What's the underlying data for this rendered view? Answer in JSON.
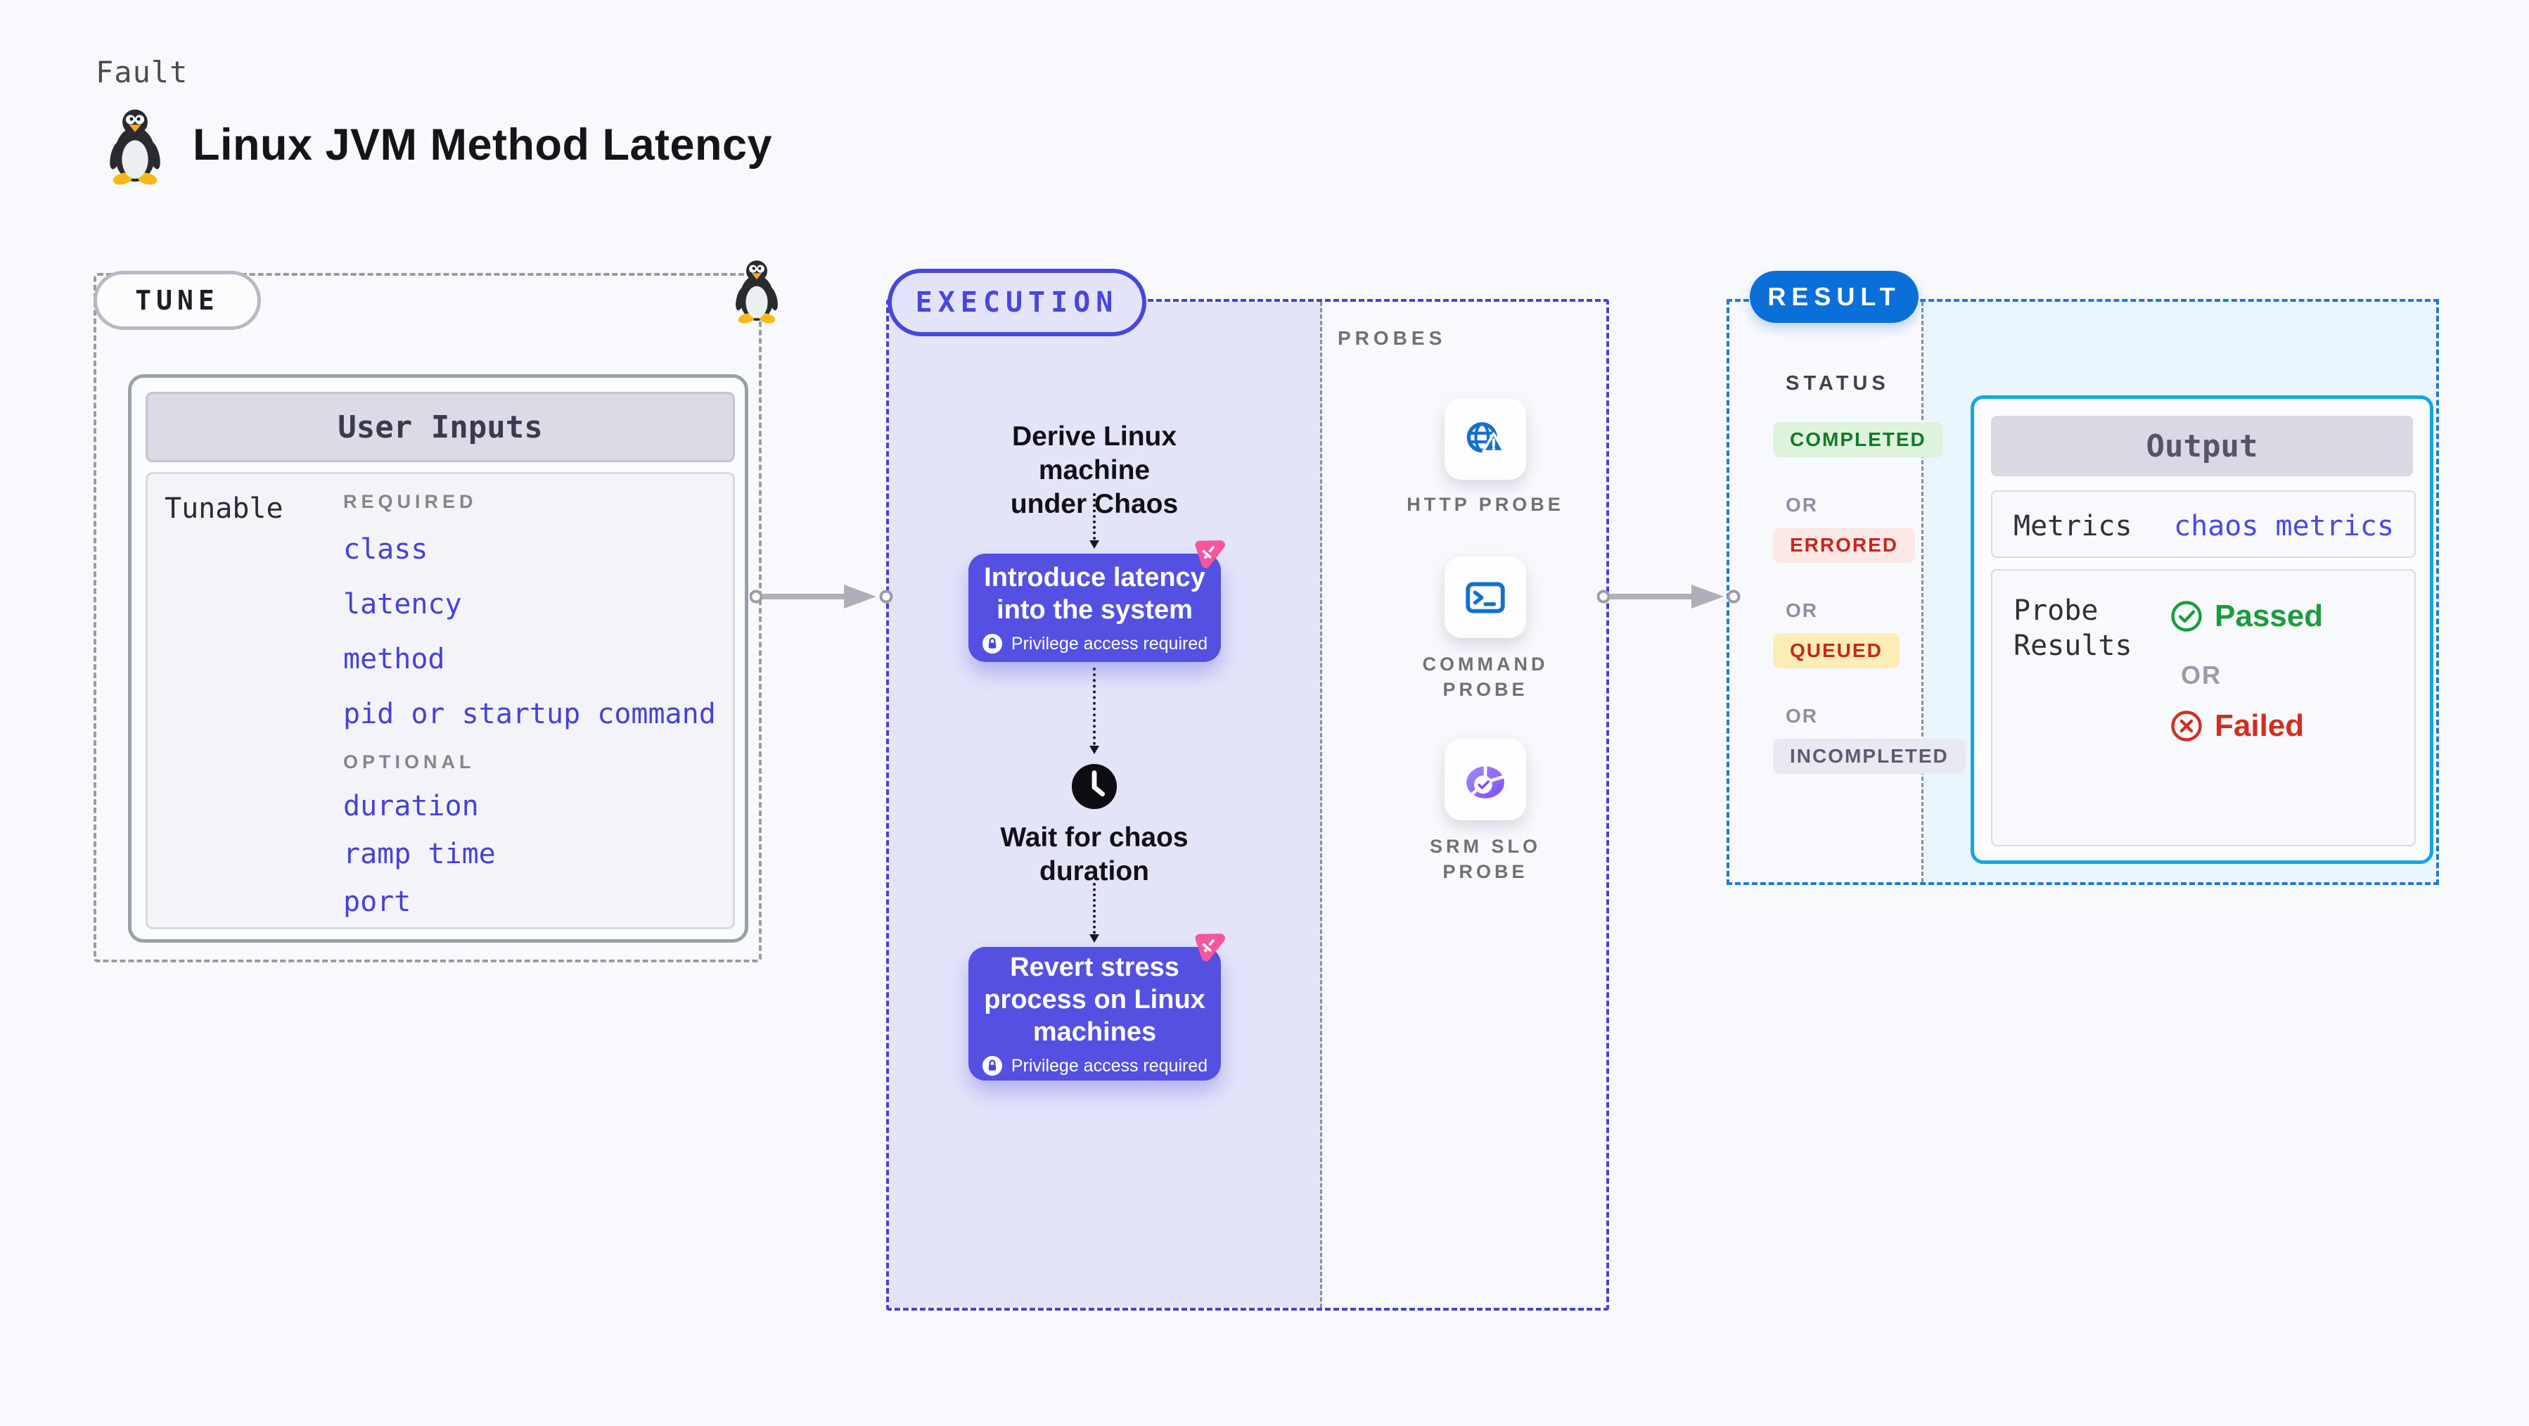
{
  "header": {
    "kicker": "Fault",
    "title": "Linux JVM Method Latency"
  },
  "tune": {
    "pill_label": "TUNE",
    "card_title": "User Inputs",
    "row_label": "Tunable",
    "required_label": "REQUIRED",
    "required_items": [
      "class",
      "latency",
      "method",
      "pid or startup command"
    ],
    "optional_label": "OPTIONAL",
    "optional_items": [
      "duration",
      "ramp time",
      "port"
    ]
  },
  "execution": {
    "pill_label": "EXECUTION",
    "derive_lines": [
      "Derive Linux machine",
      "under Chaos"
    ],
    "introduce_lines": [
      "Introduce latency",
      "into the system"
    ],
    "privilege_label": "Privilege access required",
    "wait_lines": [
      "Wait for chaos",
      "duration"
    ],
    "revert_lines": [
      "Revert stress",
      "process on Linux",
      "machines"
    ]
  },
  "probes": {
    "section_label": "PROBES",
    "items": [
      {
        "icon": "globe-alert-icon",
        "lines": [
          "HTTP PROBE"
        ]
      },
      {
        "icon": "terminal-icon",
        "lines": [
          "COMMAND",
          "PROBE"
        ]
      },
      {
        "icon": "slo-gauge-icon",
        "lines": [
          "SRM SLO",
          "PROBE"
        ]
      }
    ]
  },
  "result": {
    "pill_label": "RESULT",
    "status_label": "STATUS",
    "or_label": "OR",
    "statuses": [
      {
        "label": "COMPLETED",
        "bg": "#def3dc",
        "color": "#15792c"
      },
      {
        "label": "ERRORED",
        "bg": "#fce9e6",
        "color": "#c42620"
      },
      {
        "label": "QUEUED",
        "bg": "#fcecb5",
        "color": "#c42620"
      },
      {
        "label": "INCOMPLETED",
        "bg": "#e9e9f1",
        "color": "#5b5b73"
      }
    ],
    "output": {
      "title": "Output",
      "metrics_label": "Metrics",
      "metrics_value": "chaos metrics",
      "probe_results_lines": [
        "Probe",
        "Results"
      ],
      "passed_label": "Passed",
      "failed_label": "Failed"
    }
  },
  "colors": {
    "accent_indigo": "#4946e0",
    "node_purple": "#5350e2",
    "pink_badge": "#f6569b",
    "result_blue": "#0b6fd9",
    "output_cyan": "#14a5e2",
    "passed_green": "#1b9c3c",
    "failed_red": "#d32d20",
    "probe_icon_blue": "#1470cf",
    "slo_purple": "#7c4dff",
    "tunable_link": "#4541d9"
  }
}
